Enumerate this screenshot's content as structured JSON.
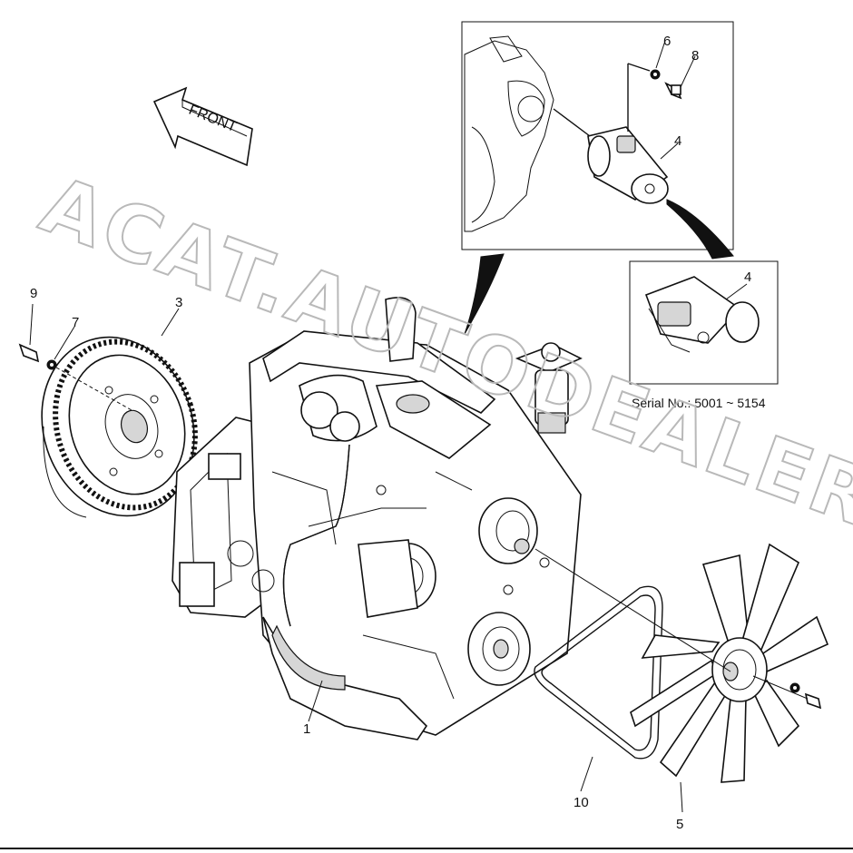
{
  "diagram": {
    "front_label": "FRONT",
    "serial_note": "Serial No.: 5001 ~ 5154",
    "watermark": "ACAT.AUTODEALER.RU",
    "callouts": {
      "engine": "1",
      "flywheel": "3",
      "starter_inset": "4",
      "starter_lower": "4",
      "fan": "5",
      "washer_starter": "6",
      "washer_flywheel": "7",
      "bolt_starter": "8",
      "bolt_flywheel": "9",
      "belt": "10"
    }
  }
}
